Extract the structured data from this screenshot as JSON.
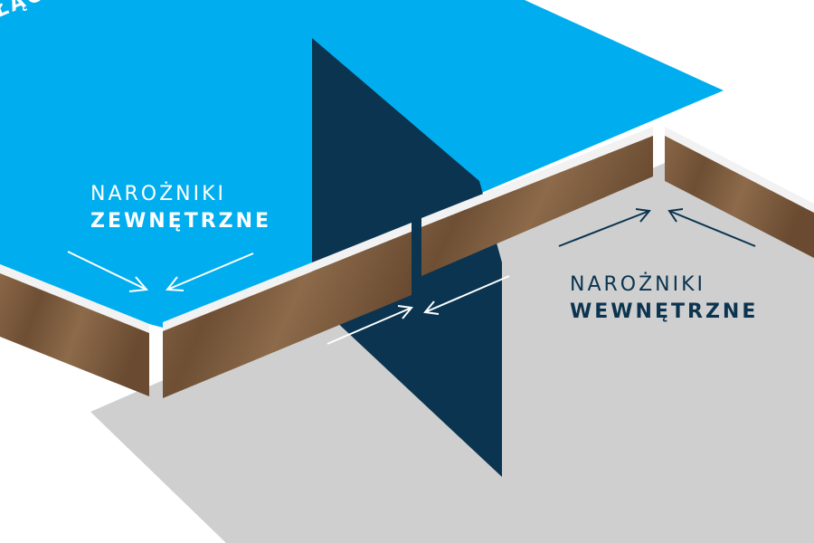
{
  "labels": {
    "external_corners": {
      "line1": "NAROŻNIKI",
      "line2": "ZEWNĘTRZNE"
    },
    "joints": "ŁĄCZENIA",
    "internal_corners": {
      "line1": "NAROŻNIKI",
      "line2": "WEWNĘTRZNE"
    }
  },
  "colors": {
    "blue": "#00aeef",
    "navy": "#0b3450",
    "floor": "#cfcfcf",
    "wood": "#7a5a3c",
    "edge": "#ffffff"
  }
}
